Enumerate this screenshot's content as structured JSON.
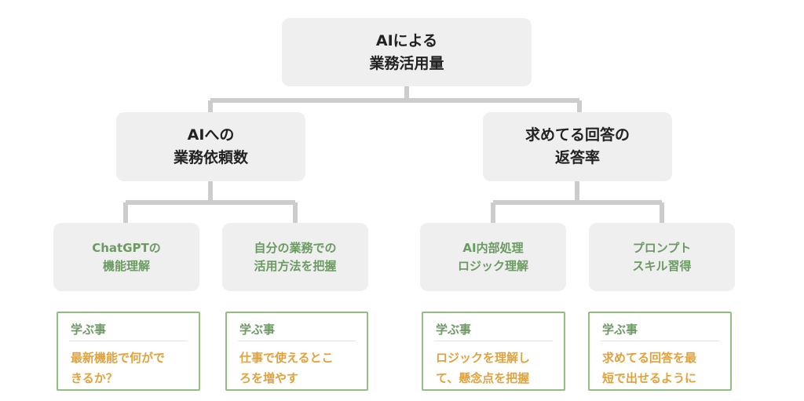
{
  "root": {
    "line1": "AIによる",
    "line2": "業務活用量"
  },
  "level1": [
    {
      "line1": "AIへの",
      "line2": "業務依頼数"
    },
    {
      "line1": "求めてる回答の",
      "line2": "返答率"
    }
  ],
  "level2": [
    {
      "line1": "ChatGPTの",
      "line2": "機能理解"
    },
    {
      "line1": "自分の業務での",
      "line2": "活用方法を把握"
    },
    {
      "line1": "AI内部処理",
      "line2": "ロジック理解"
    },
    {
      "line1": "プロンプト",
      "line2": "スキル習得"
    }
  ],
  "learn_boxes": [
    {
      "title": "学ぶ事",
      "line1": "最新機能で何がで",
      "line2": "きるか？"
    },
    {
      "title": "学ぶ事",
      "line1": "仕事で使えるとこ",
      "line2": "ろを増やす"
    },
    {
      "title": "学ぶ事",
      "line1": "ロジックを理解し",
      "line2": "て、懸念点を把握"
    },
    {
      "title": "学ぶ事",
      "line1": "求めてる回答を最",
      "line2": "短で出せるように"
    }
  ],
  "colors": {
    "node_bg": "#efefef",
    "connector": "#cccccc",
    "green": "#6b9a62",
    "learn_border": "#8fbf83",
    "orange": "#e0a23c"
  }
}
